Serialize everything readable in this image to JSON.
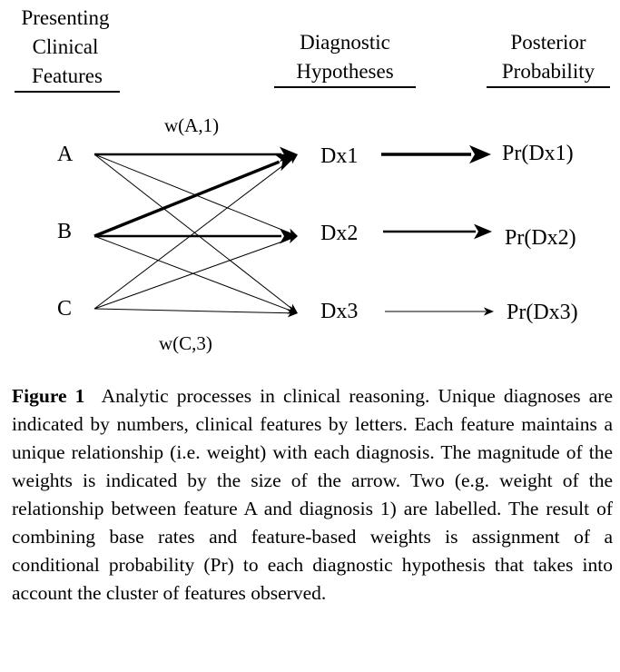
{
  "headers": {
    "features": [
      "Presenting",
      "Clinical",
      "Features"
    ],
    "hypotheses": [
      "Diagnostic",
      "Hypotheses"
    ],
    "posterior": [
      "Posterior",
      "Probability"
    ]
  },
  "features": [
    "A",
    "B",
    "C"
  ],
  "diagnoses": [
    "Dx1",
    "Dx2",
    "Dx3"
  ],
  "probabilities": [
    "Pr(Dx1)",
    "Pr(Dx2)",
    "Pr(Dx3)"
  ],
  "weight_labels": {
    "top": "w(A,1)",
    "bottom": "w(C,3)"
  },
  "caption": {
    "label": "Figure 1",
    "text": "Analytic processes in clinical reasoning. Unique diagnoses are indicated by numbers, clinical features by letters. Each feature maintains a unique relationship (i.e. weight) with each diagnosis. The magnitude of the weights is indicated by the size of the arrow. Two (e.g. weight of the relationship between feature A and diagnosis 1) are labelled. The result of combining base rates and feature-based weights is assignment of a conditional probability (Pr) to each diagnostic hypothesis that takes into account the cluster of features observed."
  },
  "edges": [
    {
      "from": "A",
      "to": "Dx1",
      "weight": 3
    },
    {
      "from": "A",
      "to": "Dx2",
      "weight": 1
    },
    {
      "from": "A",
      "to": "Dx3",
      "weight": 1
    },
    {
      "from": "B",
      "to": "Dx1",
      "weight": 4
    },
    {
      "from": "B",
      "to": "Dx2",
      "weight": 3
    },
    {
      "from": "B",
      "to": "Dx3",
      "weight": 1
    },
    {
      "from": "C",
      "to": "Dx1",
      "weight": 1
    },
    {
      "from": "C",
      "to": "Dx2",
      "weight": 1
    },
    {
      "from": "C",
      "to": "Dx3",
      "weight": 1
    }
  ],
  "posterior_edges": [
    {
      "from": "Dx1",
      "to": "Pr(Dx1)",
      "weight": 4
    },
    {
      "from": "Dx2",
      "to": "Pr(Dx2)",
      "weight": 3
    },
    {
      "from": "Dx3",
      "to": "Pr(Dx3)",
      "weight": 1
    }
  ]
}
